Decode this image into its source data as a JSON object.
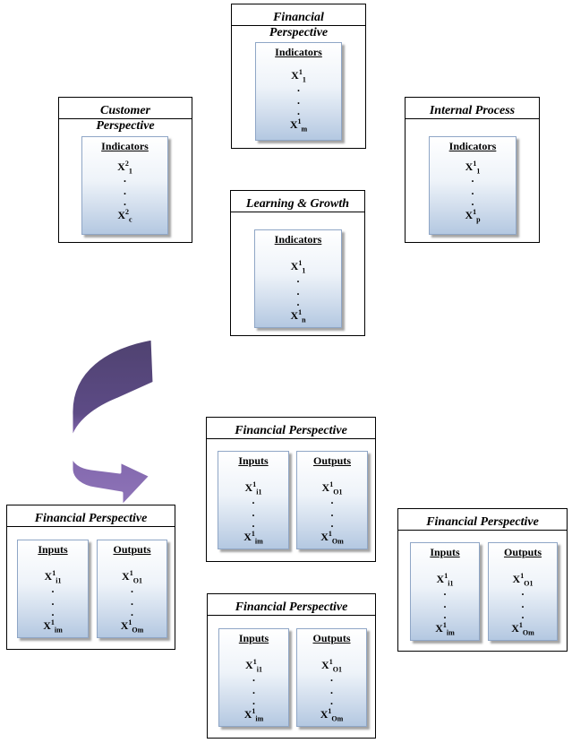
{
  "top_boxes": {
    "financial": {
      "title_line1": "Financial",
      "title_line2": "Perspective",
      "column": {
        "header": "Indicators",
        "first": {
          "base": "X",
          "sup": "1",
          "sub": "1"
        },
        "last": {
          "base": "X",
          "sup": "1",
          "sub": "m"
        }
      }
    },
    "customer": {
      "title_line1": "Customer",
      "title_line2": "Perspective",
      "column": {
        "header": "Indicators",
        "first": {
          "base": "X",
          "sup": "2",
          "sub": "1"
        },
        "last": {
          "base": "X",
          "sup": "2",
          "sub": "c"
        }
      }
    },
    "internal": {
      "title_line1": "Internal Process",
      "column": {
        "header": "Indicators",
        "first": {
          "base": "X",
          "sup": "1",
          "sub": "1"
        },
        "last": {
          "base": "X",
          "sup": "1",
          "sub": "p"
        }
      }
    },
    "learning": {
      "title_line1": "Learning & Growth",
      "column": {
        "header": "Indicators",
        "first": {
          "base": "X",
          "sup": "1",
          "sub": "1"
        },
        "last": {
          "base": "X",
          "sup": "1",
          "sub": "n"
        }
      }
    }
  },
  "dea_boxes": {
    "left": {
      "title": "Financial Perspective"
    },
    "center": {
      "title": "Financial Perspective"
    },
    "right": {
      "title": "Financial Perspective"
    },
    "bottom": {
      "title": "Financial Perspective"
    }
  },
  "io_columns": {
    "inputs": {
      "header": "Inputs",
      "first": {
        "base": "X",
        "sup": "1",
        "sub": "i1"
      },
      "last": {
        "base": "X",
        "sup": "1",
        "sub": "im"
      }
    },
    "outputs": {
      "header": "Outputs",
      "first": {
        "base": "X",
        "sup": "1",
        "sub": "O1"
      },
      "last": {
        "base": "X",
        "sup": "1",
        "sub": "Om"
      }
    }
  },
  "dots": "·",
  "colors": {
    "column_border": "#8fa6c6",
    "column_gradient_bottom": "#b4c8e1",
    "arrow_dark": "#5b4a7e",
    "arrow_light": "#8b72b3"
  },
  "icons": {
    "transition_arrow": "curved-down-right-arrow-icon"
  }
}
